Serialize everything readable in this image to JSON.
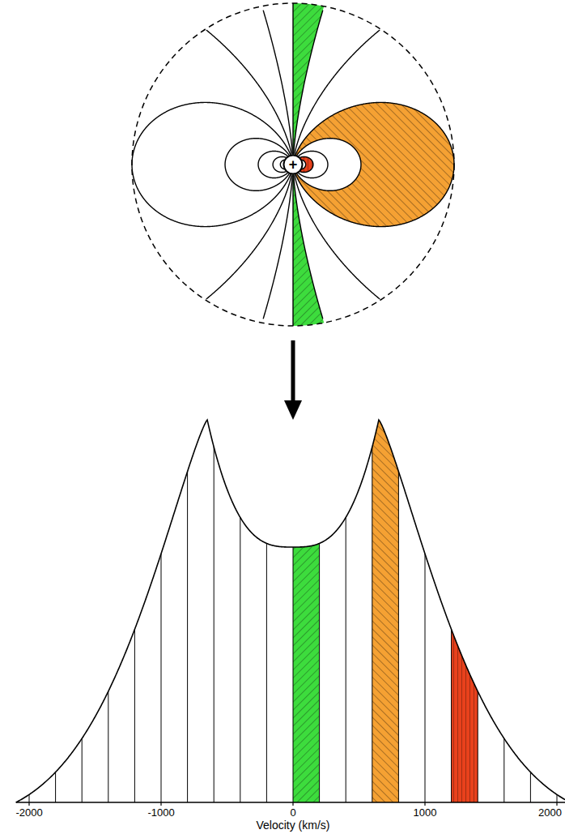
{
  "diagram": {
    "nodes": [
      {
        "text": [
          "+"
        ]
      }
    ],
    "labels": [
      "-2000",
      "-1000",
      "0",
      "1000",
      "2000",
      "Velocity (km/s)"
    ]
  }
}
